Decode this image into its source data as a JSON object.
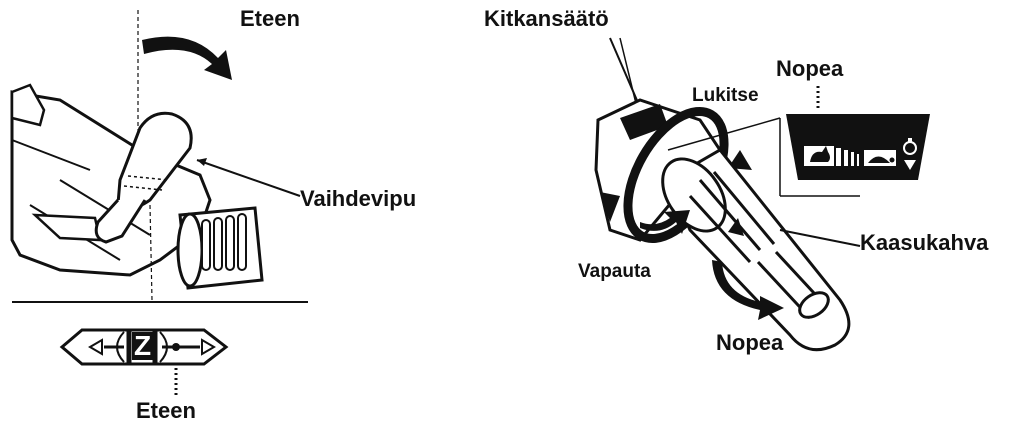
{
  "left_panel": {
    "forward_top_label": "Eteen",
    "shift_lever_label": "Vaihdevipu",
    "forward_bottom_label": "Eteen",
    "neutral_symbol": "Z"
  },
  "right_panel": {
    "friction_adjuster_label": "Kitkansäätö",
    "fast_top_label": "Nopea",
    "lock_label": "Lukitse",
    "release_label": "Vapauta",
    "throttle_grip_label": "Kaasukahva",
    "fast_bottom_label": "Nopea"
  },
  "icons": {
    "rabbit": "rabbit-icon",
    "turtle": "turtle-icon",
    "start": "start-icon"
  },
  "colors": {
    "ink": "#111111",
    "paper": "#ffffff",
    "shade": "#bfbfbf"
  }
}
